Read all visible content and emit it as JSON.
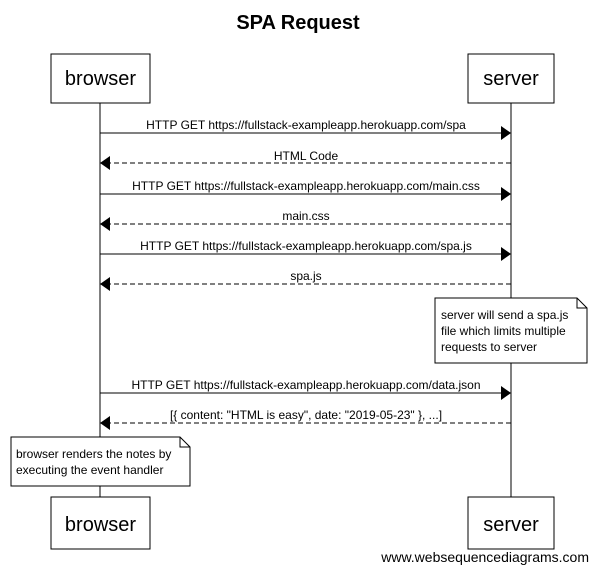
{
  "title": "SPA Request",
  "participants": [
    {
      "name": "browser"
    },
    {
      "name": "server"
    }
  ],
  "messages": [
    {
      "from": "browser",
      "to": "server",
      "style": "solid",
      "label": "HTTP GET https://fullstack-exampleapp.herokuapp.com/spa"
    },
    {
      "from": "server",
      "to": "browser",
      "style": "dashed",
      "label": "HTML Code"
    },
    {
      "from": "browser",
      "to": "server",
      "style": "solid",
      "label": "HTTP GET https://fullstack-exampleapp.herokuapp.com/main.css"
    },
    {
      "from": "server",
      "to": "browser",
      "style": "dashed",
      "label": "main.css"
    },
    {
      "from": "browser",
      "to": "server",
      "style": "solid",
      "label": "HTTP GET https://fullstack-exampleapp.herokuapp.com/spa.js"
    },
    {
      "from": "server",
      "to": "browser",
      "style": "dashed",
      "label": "spa.js"
    },
    {
      "from": "browser",
      "to": "server",
      "style": "solid",
      "label": "HTTP GET https://fullstack-exampleapp.herokuapp.com/data.json"
    },
    {
      "from": "server",
      "to": "browser",
      "style": "dashed",
      "label": "[{ content: \"HTML is easy\", date: \"2019-05-23\" }, ...]"
    }
  ],
  "notes": [
    {
      "over": "server",
      "lines": [
        "server will send a spa.js",
        "file which limits multiple",
        "requests to server"
      ]
    },
    {
      "over": "browser",
      "lines": [
        "browser renders the notes by",
        "executing the event handler"
      ]
    }
  ],
  "watermark": "www.websequencediagrams.com"
}
